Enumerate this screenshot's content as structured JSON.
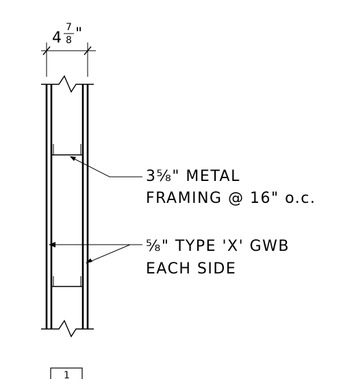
{
  "dimension": {
    "whole": "4",
    "numerator": "7",
    "denominator": "8",
    "unit": "\""
  },
  "callouts": [
    {
      "line1": "3⅝\" METAL",
      "line2": "FRAMING @ 16\" o.c."
    },
    {
      "line1": "⅝\" TYPE 'X' GWB",
      "line2": "EACH SIDE"
    }
  ],
  "detail_tag": {
    "number": "1"
  }
}
